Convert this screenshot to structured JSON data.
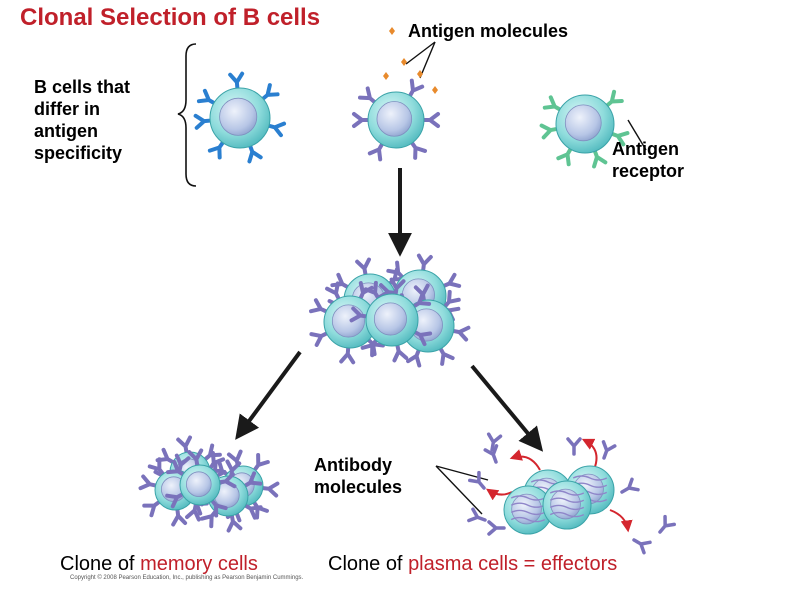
{
  "title": "Clonal Selection of B cells",
  "labels": {
    "b_cells_lines": [
      "B cells that",
      "differ in",
      "antigen",
      "specificity"
    ],
    "antigen_molecules": "Antigen molecules",
    "antigen_receptor_lines": [
      "Antigen",
      "receptor"
    ],
    "antibody_lines": [
      "Antibody",
      "molecules"
    ]
  },
  "captions": {
    "memory_prefix": "Clone of ",
    "memory_highlight": "memory cells",
    "plasma_prefix": "Clone of ",
    "plasma_highlight": "plasma cells = effectors"
  },
  "copyright": "Copyright © 2008 Pearson Education, Inc., publishing as Pearson Benjamin Cummings.",
  "colors": {
    "title": "#c0202a",
    "cell_body": "#7fd3d6",
    "nucleus": "#b9c9e6",
    "receptor_blue": "#2a7fd0",
    "receptor_purple": "#7a72bb",
    "receptor_green": "#5fc493",
    "antigen": "#e88a2c",
    "arrow": "#1a1a1a",
    "curved_arrow": "#d4262e"
  }
}
